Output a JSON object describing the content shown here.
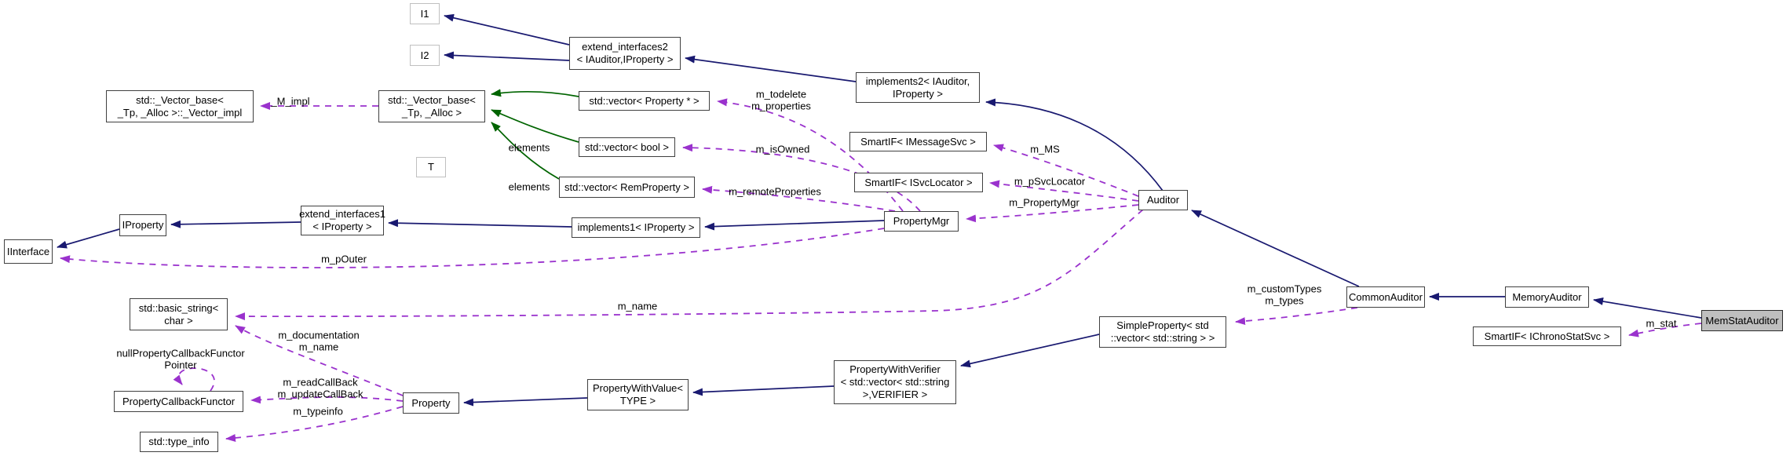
{
  "diagram": {
    "type": "doxygen-collaboration-diagram",
    "focus_class": "MemStatAuditor"
  },
  "colors": {
    "inheritance_edge": "#191970",
    "template_instance_edge": "#006400",
    "usage_edge": "#9a32cd",
    "node_border": "#404040",
    "param_node_border": "#c0c0c0",
    "highlight_node_fill": "#bfbfbf",
    "background": "#ffffff"
  },
  "nodes": {
    "i1": {
      "label": "I1"
    },
    "i2": {
      "label": "I2"
    },
    "extend_interfaces2": {
      "label": "extend_interfaces2\n< IAuditor,IProperty >"
    },
    "implements2": {
      "label": "implements2< IAuditor,\nIProperty >"
    },
    "vector_base_impl": {
      "label": "std::_Vector_base<\n_Tp, _Alloc >::_Vector_impl"
    },
    "vector_base": {
      "label": "std::_Vector_base<\n_Tp, _Alloc >"
    },
    "vector_property": {
      "label": "std::vector< Property * >"
    },
    "vector_bool": {
      "label": "std::vector< bool >"
    },
    "t_param": {
      "label": "T"
    },
    "vector_remproperty": {
      "label": "std::vector< RemProperty >"
    },
    "iproperty": {
      "label": "IProperty"
    },
    "iinterface": {
      "label": "IInterface"
    },
    "extend_interfaces1": {
      "label": "extend_interfaces1\n< IProperty >"
    },
    "implements1": {
      "label": "implements1< IProperty >"
    },
    "propertymgr": {
      "label": "PropertyMgr"
    },
    "smartif_imessagesvc": {
      "label": "SmartIF< IMessageSvc >"
    },
    "smartif_isvclocator": {
      "label": "SmartIF< ISvcLocator >"
    },
    "auditor": {
      "label": "Auditor"
    },
    "commonauditor": {
      "label": "CommonAuditor"
    },
    "memoryauditor": {
      "label": "MemoryAuditor"
    },
    "memstatauditor": {
      "label": "MemStatAuditor"
    },
    "smartif_ichronostatsvc": {
      "label": "SmartIF< IChronoStatSvc >"
    },
    "basic_string": {
      "label": "std::basic_string<\nchar >"
    },
    "propertycallbackfunctor": {
      "label": "PropertyCallbackFunctor"
    },
    "type_info": {
      "label": "std::type_info"
    },
    "property": {
      "label": "Property"
    },
    "propertywithvalue": {
      "label": "PropertyWithValue<\nTYPE >"
    },
    "propertywithverifier": {
      "label": "PropertyWithVerifier\n< std::vector< std::string\n>,VERIFIER >"
    },
    "simpleproperty": {
      "label": "SimpleProperty< std\n::vector< std::string > >"
    }
  },
  "edge_labels": {
    "m_impl": {
      "text": "_M_impl"
    },
    "m_todelete_m_properties": {
      "text": "m_todelete\nm_properties"
    },
    "m_isowned": {
      "text": "m_isOwned"
    },
    "elements_a": {
      "text": "elements"
    },
    "elements_b": {
      "text": "elements"
    },
    "m_remoteproperties": {
      "text": "m_remoteProperties"
    },
    "m_ms": {
      "text": "m_MS"
    },
    "m_psvclocator": {
      "text": "m_pSvcLocator"
    },
    "m_propertymgr": {
      "text": "m_PropertyMgr"
    },
    "m_pouter": {
      "text": "m_pOuter"
    },
    "m_name": {
      "text": "m_name"
    },
    "m_customtypes_m_types": {
      "text": "m_customTypes\nm_types"
    },
    "m_documentation_m_name": {
      "text": "m_documentation\nm_name"
    },
    "m_readcallback_m_updatecallback": {
      "text": "m_readCallBack\nm_updateCallBack"
    },
    "m_typeinfo": {
      "text": "m_typeinfo"
    },
    "nullpropertycallbackfunctorpointer": {
      "text": "nullPropertyCallbackFunctor\nPointer"
    },
    "m_stat": {
      "text": "m_stat"
    }
  }
}
